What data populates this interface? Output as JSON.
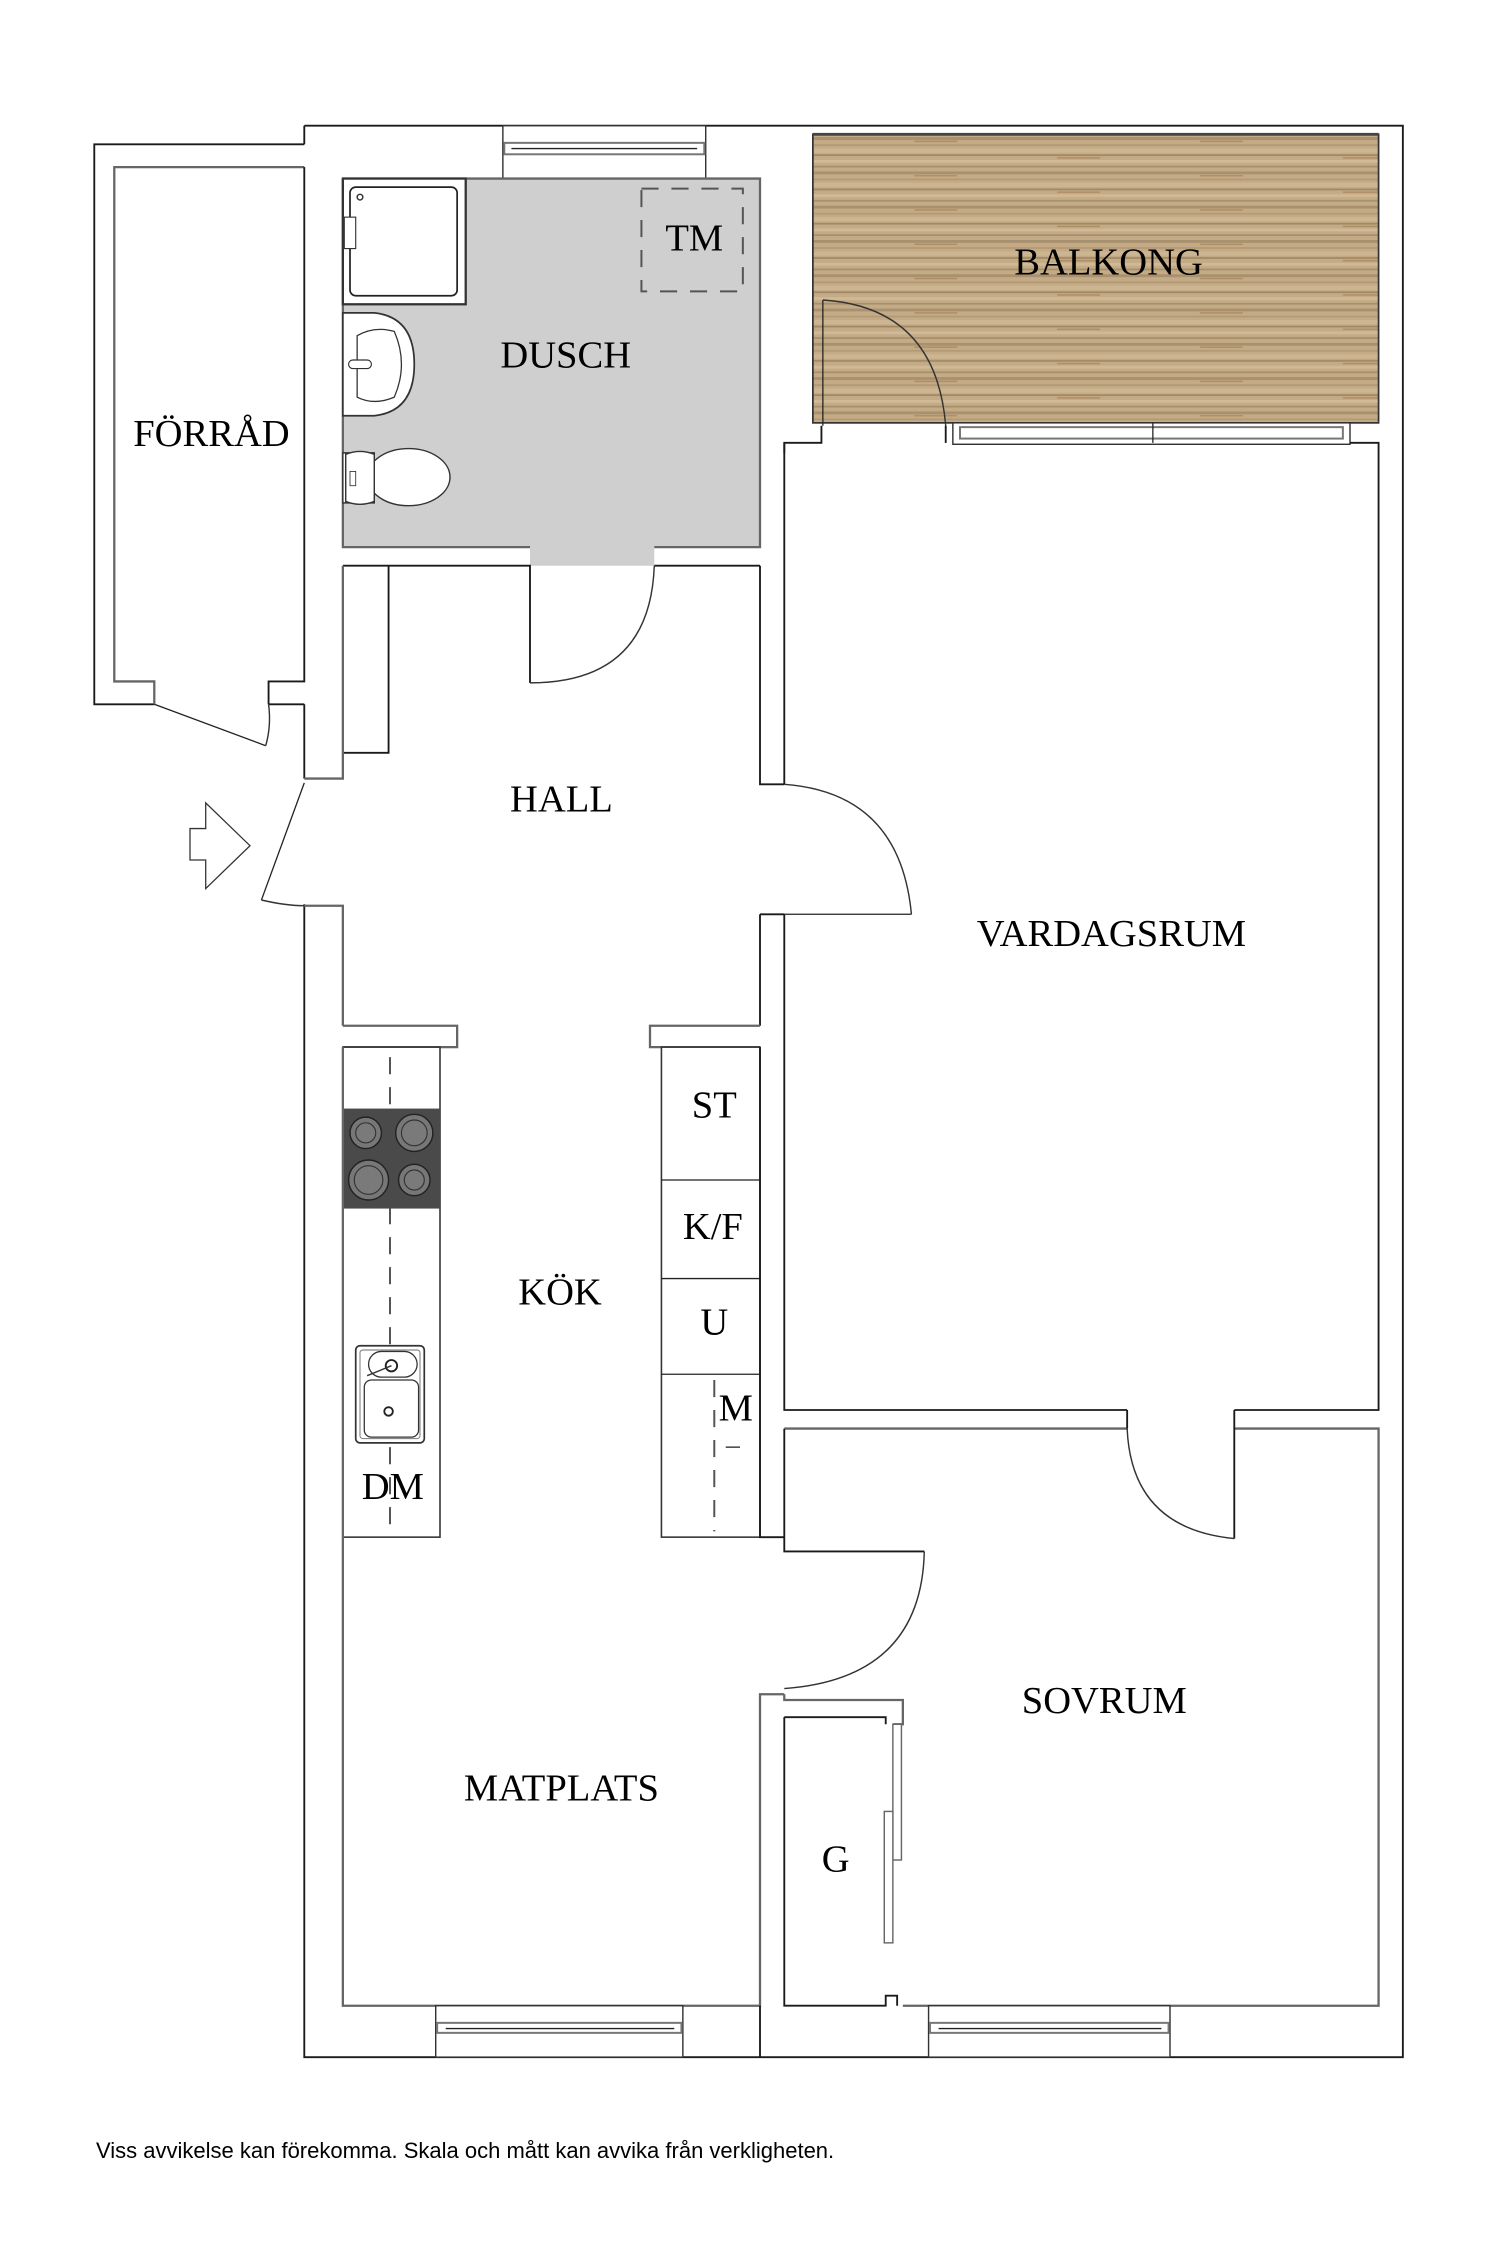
{
  "floorplan": {
    "rooms": {
      "forrad": "FÖRRÅD",
      "dusch": "DUSCH",
      "tm": "TM",
      "balkong": "BALKONG",
      "hall": "HALL",
      "vardagsrum": "VARDAGSRUM",
      "kok": "KÖK",
      "matplats": "MATPLATS",
      "sovrum": "SOVRUM",
      "garderob": "G"
    },
    "appliances": {
      "st": "ST",
      "kf": "K/F",
      "u": "U",
      "m": "M",
      "dm": "DM"
    },
    "entrance_icon": "arrow-right-icon",
    "colors": {
      "bathroom_floor": "#cfcfcf",
      "balcony_floor": "#c2a982",
      "stove": "#4a4a4a",
      "burner": "#7a7a7a",
      "wall": "#1a1a1a"
    }
  },
  "footer": {
    "disclaimer": "Viss avvikelse kan förekomma. Skala och mått kan avvika från verkligheten."
  }
}
